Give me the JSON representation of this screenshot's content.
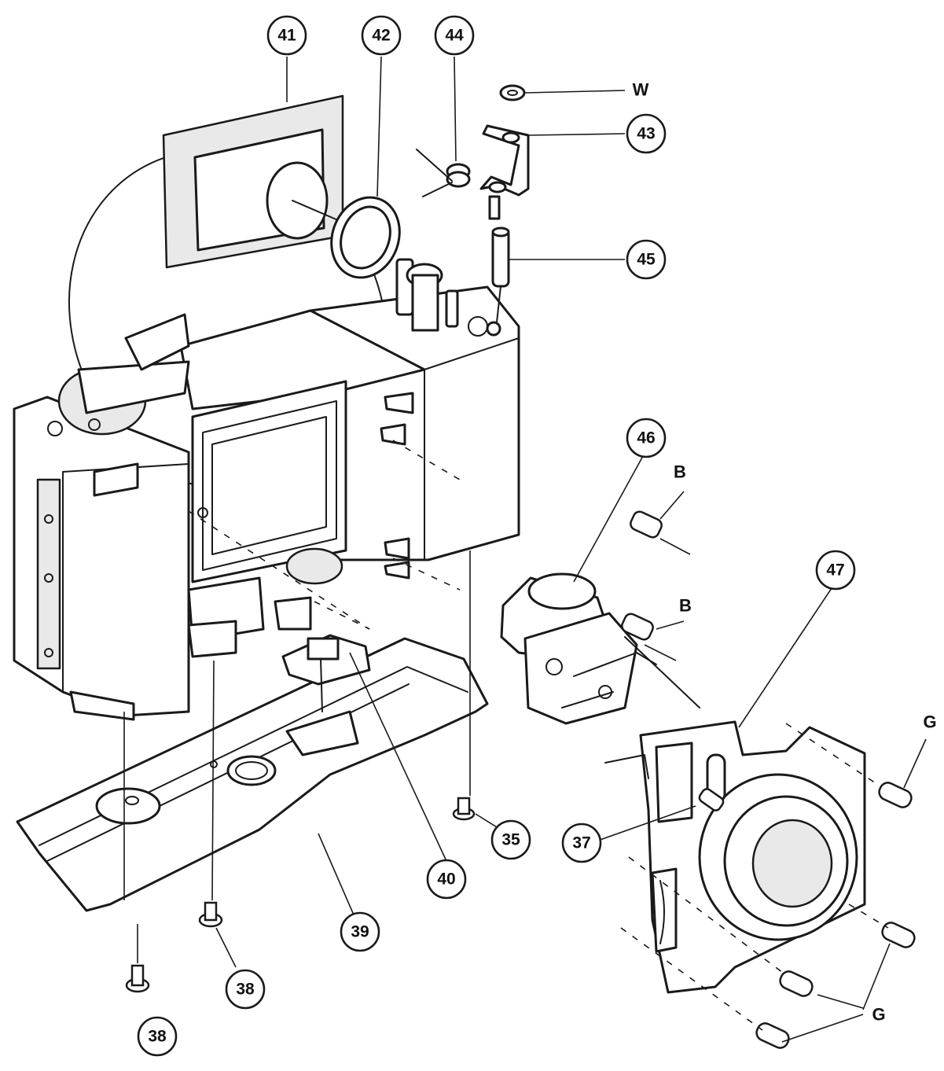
{
  "callouts": [
    {
      "id": "c41",
      "label": "41"
    },
    {
      "id": "c42",
      "label": "42"
    },
    {
      "id": "c44",
      "label": "44"
    },
    {
      "id": "c43",
      "label": "43"
    },
    {
      "id": "c45",
      "label": "45"
    },
    {
      "id": "c46",
      "label": "46"
    },
    {
      "id": "c47",
      "label": "47"
    },
    {
      "id": "c35",
      "label": "35"
    },
    {
      "id": "c37",
      "label": "37"
    },
    {
      "id": "c40",
      "label": "40"
    },
    {
      "id": "c39",
      "label": "39"
    },
    {
      "id": "c38a",
      "label": "38"
    },
    {
      "id": "c38b",
      "label": "38"
    }
  ],
  "letters": [
    {
      "id": "lw",
      "label": "W"
    },
    {
      "id": "lb1",
      "label": "B"
    },
    {
      "id": "lb2",
      "label": "B"
    },
    {
      "id": "lg1",
      "label": "G"
    },
    {
      "id": "lg2",
      "label": "G"
    }
  ]
}
